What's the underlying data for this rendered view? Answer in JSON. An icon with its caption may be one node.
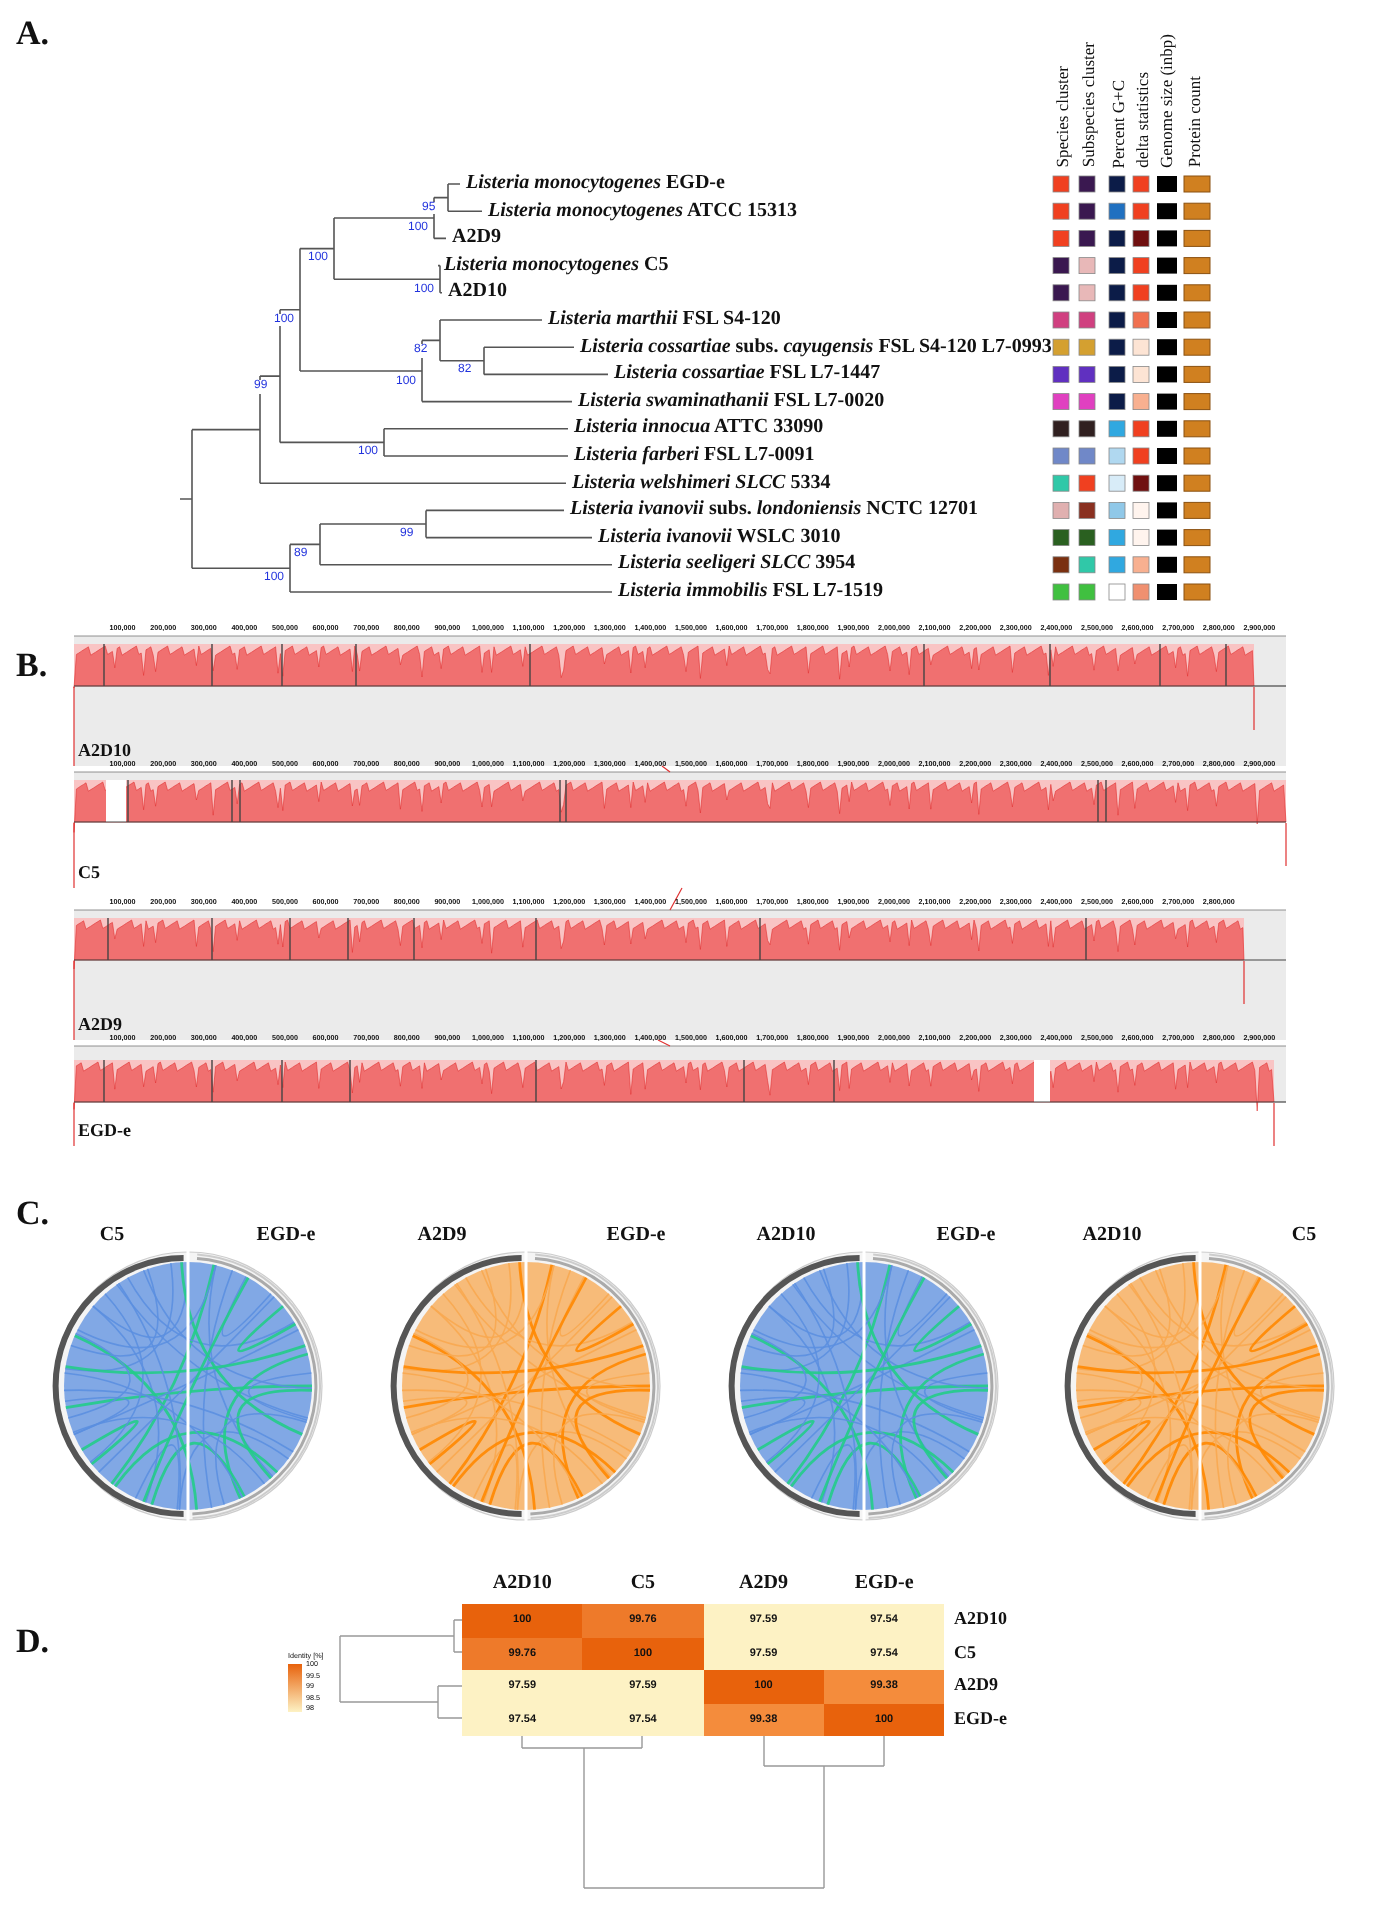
{
  "diagram": {
    "nodes": [
      {
        "text": [
          "A2D10"
        ]
      },
      {
        "text": [
          "C5"
        ]
      },
      {
        "text": [
          "A2D9"
        ]
      },
      {
        "text": [
          "EGD-e"
        ]
      }
    ],
    "edges": [
      {
        "from": 0,
        "to": 1,
        "arrow": "none"
      },
      {
        "from": 1,
        "to": 2,
        "arrow": "none"
      },
      {
        "from": 2,
        "to": 3,
        "arrow": "none"
      }
    ],
    "labels": [
      "A.",
      "Species cluster",
      "Subspecies cluster",
      "Percent G+C",
      "delta statistics",
      "Genome size (inbp)",
      "Protein count",
      "*Listeria monocytogenes* EGD-e",
      "*Listeria monocytogenes* ATCC 15313",
      "A2D9",
      "*Listeria monocytogenes* C5",
      "A2D10",
      "*Listeria marthii* FSL S4-120",
      "*Listeria cossartiae* subs. *cayugensis* FSL S4-120 L7-0993",
      "*Listeria cossartiae* FSL L7-1447",
      "*Listeria swaminathanii* FSL L7-0020",
      "*Listeria innocua* ATTC 33090",
      "*Listeria farberi* FSL L7-0091",
      "*Listeria welshimeri SLCC* 5334",
      "*Listeria ivanovii* subs. *londoniensis* NCTC 12701",
      "*Listeria ivanovii* WSLC 3010",
      "*Listeria seeligeri SLCC* 3954",
      "*Listeria immobilis* FSL L7-1519",
      "95",
      "100",
      "100",
      "100",
      "100",
      "82",
      "82",
      "99",
      "100",
      "100",
      "99",
      "89",
      "100",
      "B.",
      "100,000",
      "200,000",
      "300,000",
      "400,000",
      "500,000",
      "600,000",
      "700,000",
      "800,000",
      "900,000",
      "1,000,000",
      "1,100,000",
      "1,200,000",
      "1,300,000",
      "1,400,000",
      "1,500,000",
      "1,600,000",
      "1,700,000",
      "1,800,000",
      "1,900,000",
      "2,000,000",
      "2,100,000",
      "2,200,000",
      "2,300,000",
      "2,400,000",
      "2,500,000",
      "2,600,000",
      "2,700,000",
      "2,800,000",
      "2,900,000",
      "100,000",
      "200,000",
      "300,000",
      "400,000",
      "500,000",
      "600,000",
      "700,000",
      "800,000",
      "900,000",
      "1,000,000",
      "1,100,000",
      "1,200,000",
      "1,300,000",
      "1,400,000",
      "1,500,000",
      "1,600,000",
      "1,700,000",
      "1,800,000",
      "1,900,000",
      "2,000,000",
      "2,100,000",
      "2,200,000",
      "2,300,000",
      "2,400,000",
      "2,500,000",
      "2,600,000",
      "2,700,000",
      "2,800,000",
      "2,900,000",
      "100,000",
      "200,000",
      "300,000",
      "400,000",
      "500,000",
      "600,000",
      "700,000",
      "800,000",
      "900,000",
      "1,000,000",
      "1,100,000",
      "1,200,000",
      "1,300,000",
      "1,400,000",
      "1,500,000",
      "1,600,000",
      "1,700,000",
      "1,800,000",
      "1,900,000",
      "2,000,000",
      "2,100,000",
      "2,200,000",
      "2,300,000",
      "2,400,000",
      "2,500,000",
      "2,600,000",
      "2,700,000",
      "2,800,000",
      "100,000",
      "200,000",
      "300,000",
      "400,000",
      "500,000",
      "600,000",
      "700,000",
      "800,000",
      "900,000",
      "1,000,000",
      "1,100,000",
      "1,200,000",
      "1,300,000",
      "1,400,000",
      "1,500,000",
      "1,600,000",
      "1,700,000",
      "1,800,000",
      "1,900,000",
      "2,000,000",
      "2,100,000",
      "2,200,000",
      "2,300,000",
      "2,400,000",
      "2,500,000",
      "2,600,000",
      "2,700,000",
      "2,800,000",
      "2,900,000",
      "C.",
      "C5",
      "EGD-e",
      "A2D9",
      "EGD-e",
      "A2D10",
      "EGD-e",
      "A2D10",
      "C5",
      "D.",
      "A2D10",
      "C5",
      "A2D9",
      "EGD-e",
      "100",
      "99.76",
      "97.59",
      "97.54",
      "A2D10",
      "99.76",
      "100",
      "97.59",
      "97.54",
      "C5",
      "97.59",
      "97.59",
      "100",
      "99.38",
      "A2D9",
      "97.54",
      "97.54",
      "99.38",
      "100",
      "EGD-e",
      "Identity [%]",
      "100",
      "99.5",
      "99",
      "98.5",
      "98"
    ]
  }
}
